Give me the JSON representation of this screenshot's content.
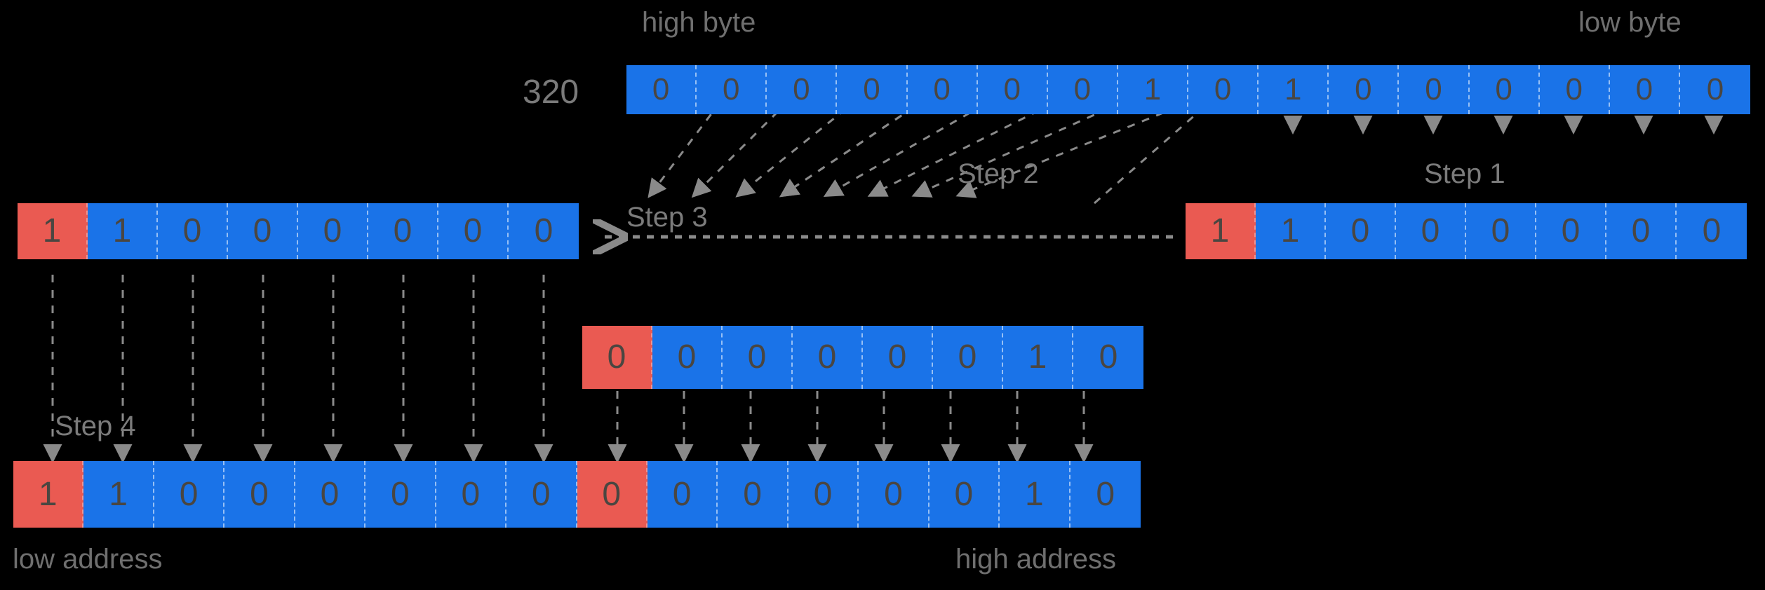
{
  "diagram": {
    "title_value": "320",
    "labels": {
      "high_byte": "high byte",
      "low_byte": "low byte",
      "low_address": "low address",
      "high_address": "high address"
    },
    "steps": {
      "step1": "Step 1",
      "step2": "Step 2",
      "step3": "Step 3",
      "step4": "Step 4"
    },
    "colors": {
      "blue": "#1a73e8",
      "red": "#ea5a52",
      "bit_text": "#4a4641",
      "label_text": "#6f6f6f",
      "background": "#000000",
      "wire": "#8a8a8a"
    },
    "rows": {
      "source_16bit": {
        "name": "320",
        "bits": [
          "0",
          "0",
          "0",
          "0",
          "0",
          "0",
          "0",
          "1",
          "0",
          "1",
          "0",
          "0",
          "0",
          "0",
          "0",
          "0"
        ],
        "red_index": -1
      },
      "right_middle_highbyte": {
        "bits": [
          "1",
          "1",
          "0",
          "0",
          "0",
          "0",
          "0",
          "0"
        ],
        "red_index": 0
      },
      "left_middle_highbyte": {
        "bits": [
          "1",
          "1",
          "0",
          "0",
          "0",
          "0",
          "0",
          "0"
        ],
        "red_index": 0
      },
      "center_lowbyte": {
        "bits": [
          "0",
          "0",
          "0",
          "0",
          "0",
          "0",
          "1",
          "0"
        ],
        "red_index": 0
      },
      "bottom_result": {
        "bits": [
          "1",
          "1",
          "0",
          "0",
          "0",
          "0",
          "0",
          "0",
          "0",
          "0",
          "0",
          "0",
          "0",
          "0",
          "1",
          "0"
        ],
        "red_index": 0,
        "red_index2": 8
      }
    }
  }
}
